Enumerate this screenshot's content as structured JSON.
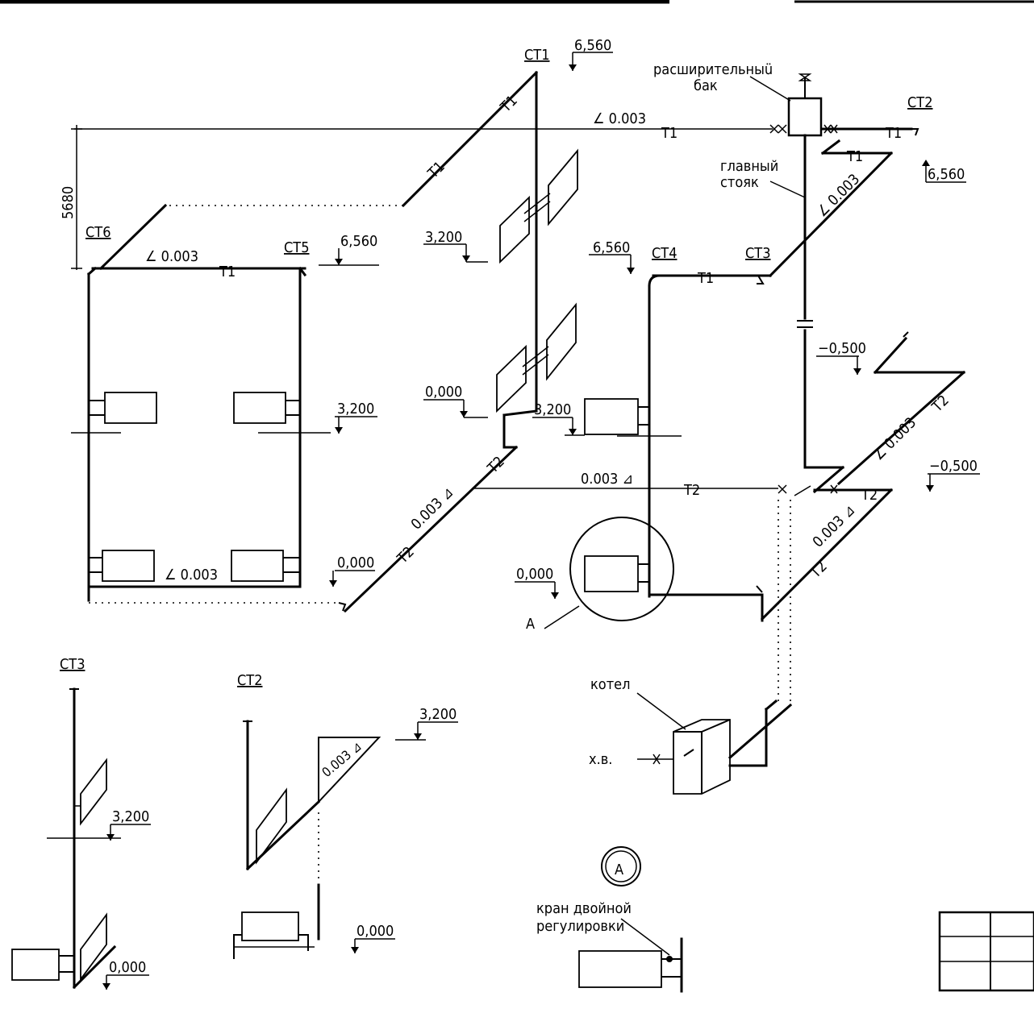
{
  "labels": {
    "st1": "СТ1",
    "st2": "СТ2",
    "st3": "СТ3",
    "st4": "СТ4",
    "st5": "СТ5",
    "st6": "СТ6",
    "st3_detail": "СТ3",
    "st2_detail": "СТ2",
    "t1": "Т1",
    "t2": "Т2",
    "expansion_tank": [
      "расширительныü",
      "бак"
    ],
    "main_riser": [
      "главный",
      "стояк"
    ],
    "boiler": "котел",
    "cold_water": "х.в.",
    "valve_note": [
      "кран двойной",
      "регулировки"
    ],
    "callout": "А",
    "dim_vertical": "5680"
  },
  "elevations": {
    "e6560": "6,560",
    "e3200": "3,200",
    "e0000": "0,000",
    "em0500": "−0,500"
  },
  "slopes": {
    "s0003": "0.003"
  },
  "colors": {
    "ink": "#000000",
    "paper": "#ffffff"
  }
}
